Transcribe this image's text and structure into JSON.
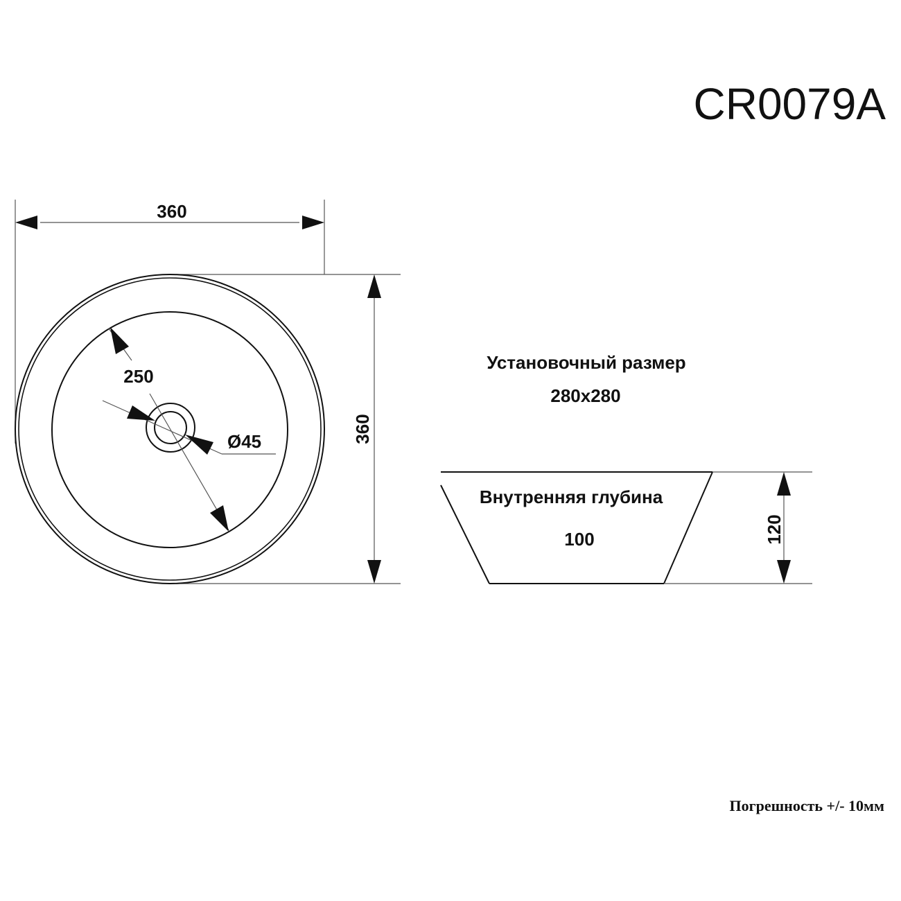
{
  "model": "CR0079A",
  "top_view": {
    "width_dimension": "360",
    "height_dimension": "360",
    "bowl_diameter": "250",
    "drain_diameter": "Ø45"
  },
  "install_size": {
    "label": "Установочный размер",
    "value": "280x280"
  },
  "side_view": {
    "depth_label": "Внутренняя глубина",
    "depth_value": "100",
    "height_dimension": "120"
  },
  "tolerance_note": "Погрешность +/- 10мм",
  "colors": {
    "ink": "#111111",
    "dimension_line": "#555555",
    "background": "#ffffff"
  }
}
